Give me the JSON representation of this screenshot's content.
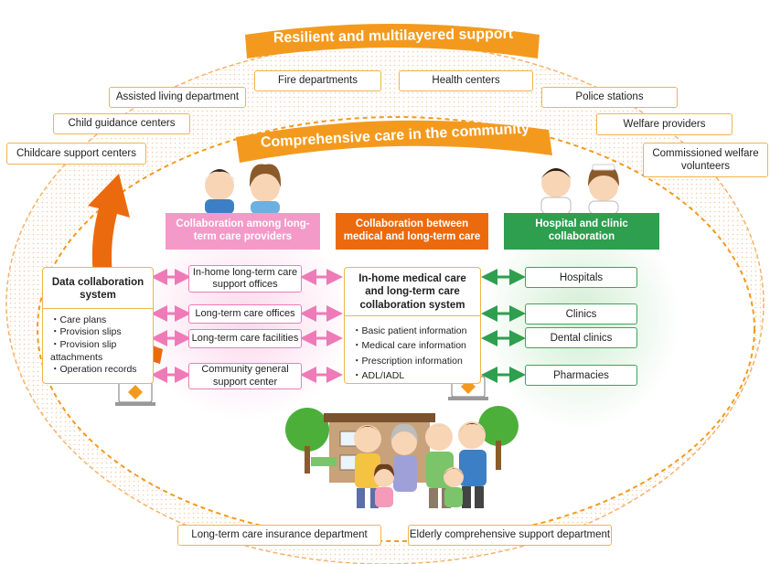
{
  "banner_top": "Resilient and multilayered support",
  "banner_middle": "Comprehensive care in the community",
  "outer_orgs": {
    "fire": "Fire departments",
    "health": "Health centers",
    "assisted": "Assisted living department",
    "police": "Police stations",
    "child_guidance": "Child guidance centers",
    "welfare": "Welfare providers",
    "childcare": "Childcare support centers",
    "volunteers": "Commissioned welfare volunteers"
  },
  "headers": {
    "ltc": "Collaboration among long-term care providers",
    "med_ltc": "Collaboration between medical and long-term care",
    "hospital": "Hospital and clinic collaboration"
  },
  "data_system": {
    "title": "Data collaboration system",
    "items": [
      "Care plans",
      "Provision slips",
      "Provision slip attachments",
      "Operation records"
    ]
  },
  "ltc_providers": [
    "In-home long-term care support offices",
    "Long-term care offices",
    "Long-term care facilities",
    "Community general support center"
  ],
  "med_system": {
    "title": "In-home medical care and long-term care collaboration system",
    "items": [
      "Basic patient information",
      "Medical care information",
      "Prescription information",
      "ADL/IADL"
    ]
  },
  "facilities": [
    "Hospitals",
    "Clinics",
    "Dental clinics",
    "Pharmacies"
  ],
  "bottom": {
    "insurance": "Long-term care insurance department",
    "elderly": "Elderly comprehensive support department"
  },
  "colors": {
    "orange": "#f39a1e",
    "pink": "#ee7bb8",
    "dark_orange": "#ec6a0e",
    "green": "#2e9e4f",
    "box_border": "#f0b44c"
  }
}
